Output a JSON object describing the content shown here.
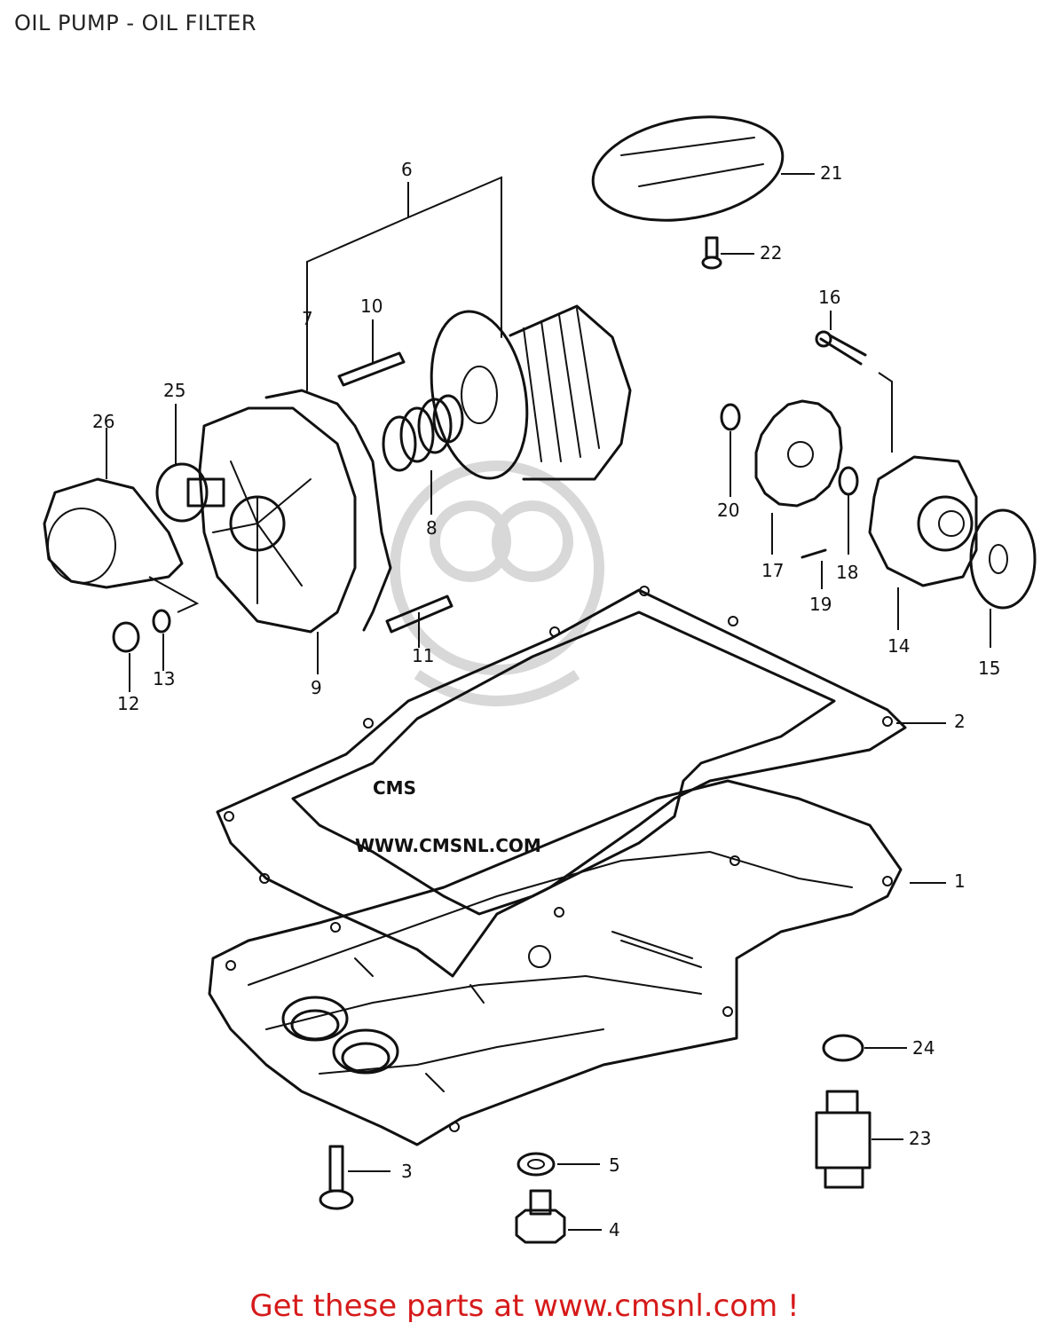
{
  "header": {
    "title": "OIL PUMP - OIL FILTER"
  },
  "watermark": {
    "text": "WWW.CMSNL.COM",
    "logo": "CMS"
  },
  "footer": {
    "link_text": "Get these parts at www.cmsnl.com !",
    "link_color": "#d61a1a"
  },
  "callouts": [
    {
      "id": "1",
      "label": "1"
    },
    {
      "id": "2",
      "label": "2"
    },
    {
      "id": "3",
      "label": "3"
    },
    {
      "id": "4",
      "label": "4"
    },
    {
      "id": "5",
      "label": "5"
    },
    {
      "id": "6",
      "label": "6"
    },
    {
      "id": "7",
      "label": "7"
    },
    {
      "id": "8",
      "label": "8"
    },
    {
      "id": "9",
      "label": "9"
    },
    {
      "id": "10",
      "label": "10"
    },
    {
      "id": "11",
      "label": "11"
    },
    {
      "id": "12",
      "label": "12"
    },
    {
      "id": "13",
      "label": "13"
    },
    {
      "id": "14",
      "label": "14"
    },
    {
      "id": "15",
      "label": "15"
    },
    {
      "id": "16",
      "label": "16"
    },
    {
      "id": "17",
      "label": "17"
    },
    {
      "id": "18",
      "label": "18"
    },
    {
      "id": "19",
      "label": "19"
    },
    {
      "id": "20",
      "label": "20"
    },
    {
      "id": "21",
      "label": "21"
    },
    {
      "id": "22",
      "label": "22"
    },
    {
      "id": "23",
      "label": "23"
    },
    {
      "id": "24",
      "label": "24"
    },
    {
      "id": "25",
      "label": "25"
    },
    {
      "id": "26",
      "label": "26"
    }
  ]
}
